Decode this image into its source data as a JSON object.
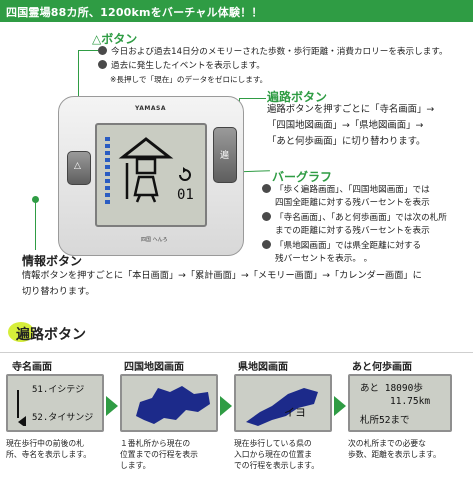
{
  "title": "四国霊場88カ所、1200kmをバーチャル体験！！",
  "delta_section": {
    "heading": "△ボタン",
    "lines": [
      "今日および過去14日分のメモリーされた歩数・歩行距離・消費カロリーを表示します。",
      "過去に発生したイベントを表示します。",
      "※長押しで「現在」のデータをゼロにします。"
    ]
  },
  "henro_button": {
    "heading": "遍路ボタン",
    "lines": [
      "遍路ボタンを押すごとに「寺名画面」→",
      "「四国地図画面」→「県地図画面」→",
      "「あと何歩画面」に切り替わります。"
    ]
  },
  "bar_graph": {
    "heading": "バーグラフ",
    "lines": [
      "「歩く遍路画面」、「四国地図画面」では",
      "四国全距離に対する残バーセントを表示",
      "「寺名画面」、「あと何歩画面」では次の札所",
      "までの距離に対する残バーセントを表示",
      "「県地図画面」では県全距離に対する",
      "残バーセントを表示。 。"
    ]
  },
  "info_button": {
    "heading": "情報ボタン",
    "lines": [
      "情報ボタンを押すごとに「本日画面」→「累計画面」→「メモリー画面」→「カレンダー画面」に",
      "切り替わります。"
    ]
  },
  "device": {
    "brand": "YAMASA",
    "label": "四国 へんろ",
    "counter": "01",
    "side_button": "遍",
    "left_button": "△"
  },
  "bottom": {
    "heading": "遍路ボタン",
    "panels": [
      {
        "title": "寺名画面",
        "screen_lines": [
          "51.イシテジ",
          "52.タイサンジ"
        ],
        "desc": [
          "現在歩行中の前後の札",
          "所、寺名を表示します。"
        ]
      },
      {
        "title": "四国地図画面",
        "screen_lines": [],
        "desc": [
          "１番札所から現在の",
          "位置までの行程を表示",
          "します。"
        ]
      },
      {
        "title": "県地図画面",
        "screen_lines": [
          "イヨ"
        ],
        "desc": [
          "現在歩行している県の",
          "入口から現在の位置ま",
          "での行程を表示します。"
        ]
      },
      {
        "title": "あと何歩画面",
        "screen_lines": [
          "あと 18090歩",
          "11.75km",
          "札所52まで"
        ],
        "desc": [
          "次の札所までの必要な",
          "歩数、距離を表示します。"
        ]
      }
    ]
  },
  "colors": {
    "accent": "#2f9c44",
    "highlight": "#d6ee3a",
    "lcd": "#cbcec6",
    "bar": "#2a5cc2"
  }
}
